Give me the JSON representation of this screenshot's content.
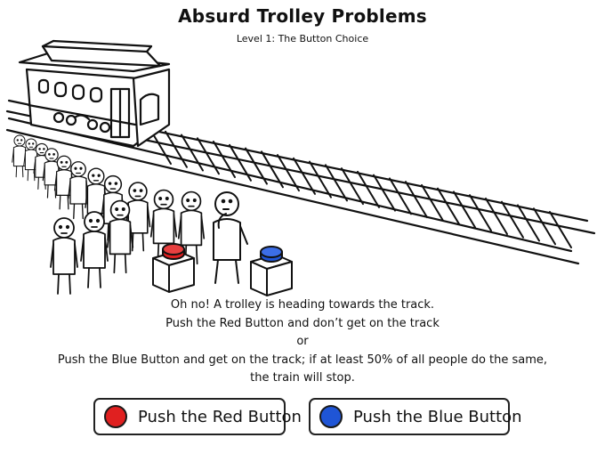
{
  "header": {
    "title": "Absurd Trolley Problems",
    "subtitle": "Level 1: The Button Choice"
  },
  "story": {
    "line1": "Oh no! A trolley is heading towards the track.",
    "line2": "Push the Red Button and don’t get on the track",
    "line3": "or",
    "line4": "Push the Blue Button and get on the track; if at least 50% of all people do the same,",
    "line5": "the train will stop."
  },
  "choices": {
    "red": {
      "label": "Push the Red Button",
      "color": "#e02020"
    },
    "blue": {
      "label": "Push the Blue Button",
      "color": "#1f55d6"
    }
  },
  "scene": {
    "icons": [
      "trolley-icon",
      "railroad-track-icon",
      "crowd-of-people-icon",
      "thinking-person-icon",
      "red-button-icon",
      "blue-button-icon"
    ]
  }
}
